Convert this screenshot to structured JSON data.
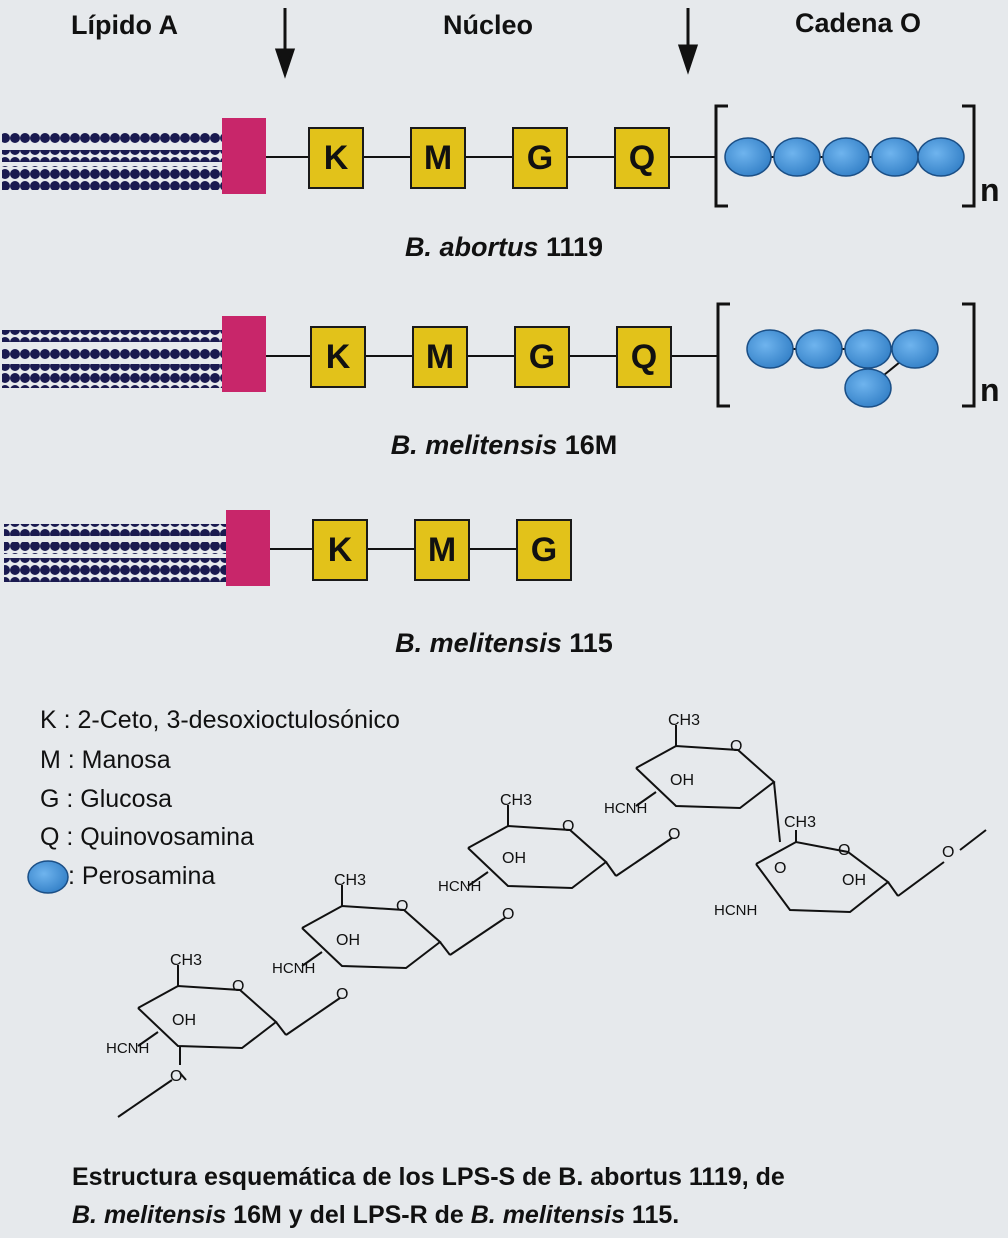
{
  "header": {
    "lipid": "Lípido A",
    "core": "Núcleo",
    "ochain": "Cadena O"
  },
  "rows": [
    {
      "name_italic": "B. abortus",
      "name_strain": "1119",
      "units": [
        "K",
        "M",
        "G",
        "Q"
      ],
      "repeat": "n"
    },
    {
      "name_italic": "B. melitensis",
      "name_strain": "16M",
      "units": [
        "K",
        "M",
        "G",
        "Q"
      ],
      "repeat": "n"
    },
    {
      "name_italic": "B. melitensis",
      "name_strain": "115",
      "units": [
        "K",
        "M",
        "G"
      ]
    }
  ],
  "legend": [
    {
      "key": "K",
      "text": "K : 2-Ceto, 3-desoxioctulosónico"
    },
    {
      "key": "M",
      "text": "M : Manosa"
    },
    {
      "key": "G",
      "text": "G : Glucosa"
    },
    {
      "key": "Q",
      "text": "Q : Quinovosamina"
    },
    {
      "key": "perosamine-ellipse",
      "text": ": Perosamina"
    }
  ],
  "chem": {
    "ch3": "CH3",
    "o": "O",
    "oh": "OH",
    "hcnh": "HCNH"
  },
  "caption": {
    "line1_a": "Estructura esquemática de los LPS-S de B. abortus 1119, de",
    "line2_a": "B. melitensis",
    "line2_b": " 16M y del LPS-R de ",
    "line2_c": "B. melitensis",
    "line2_d": " 115."
  },
  "colors": {
    "lipid": "#c8266a",
    "core_box": "#e2c21a",
    "perosamine": "#3f8fd6",
    "chain_dot": "#1a1a50"
  }
}
